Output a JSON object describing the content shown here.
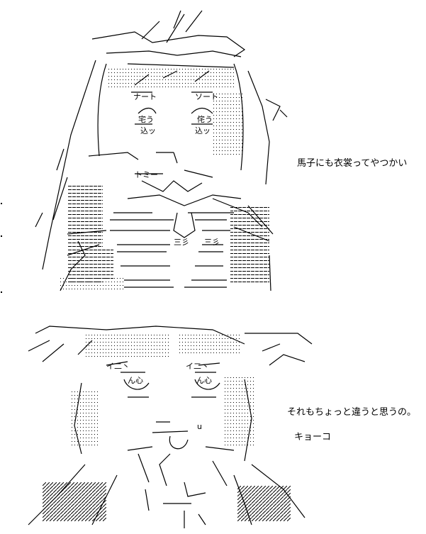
{
  "panels": [
    {
      "caption": "馬子にも衣裳ってやつかい"
    },
    {
      "caption": "それもちょっと違うと思うの。",
      "speaker": "キョーコ"
    }
  ]
}
